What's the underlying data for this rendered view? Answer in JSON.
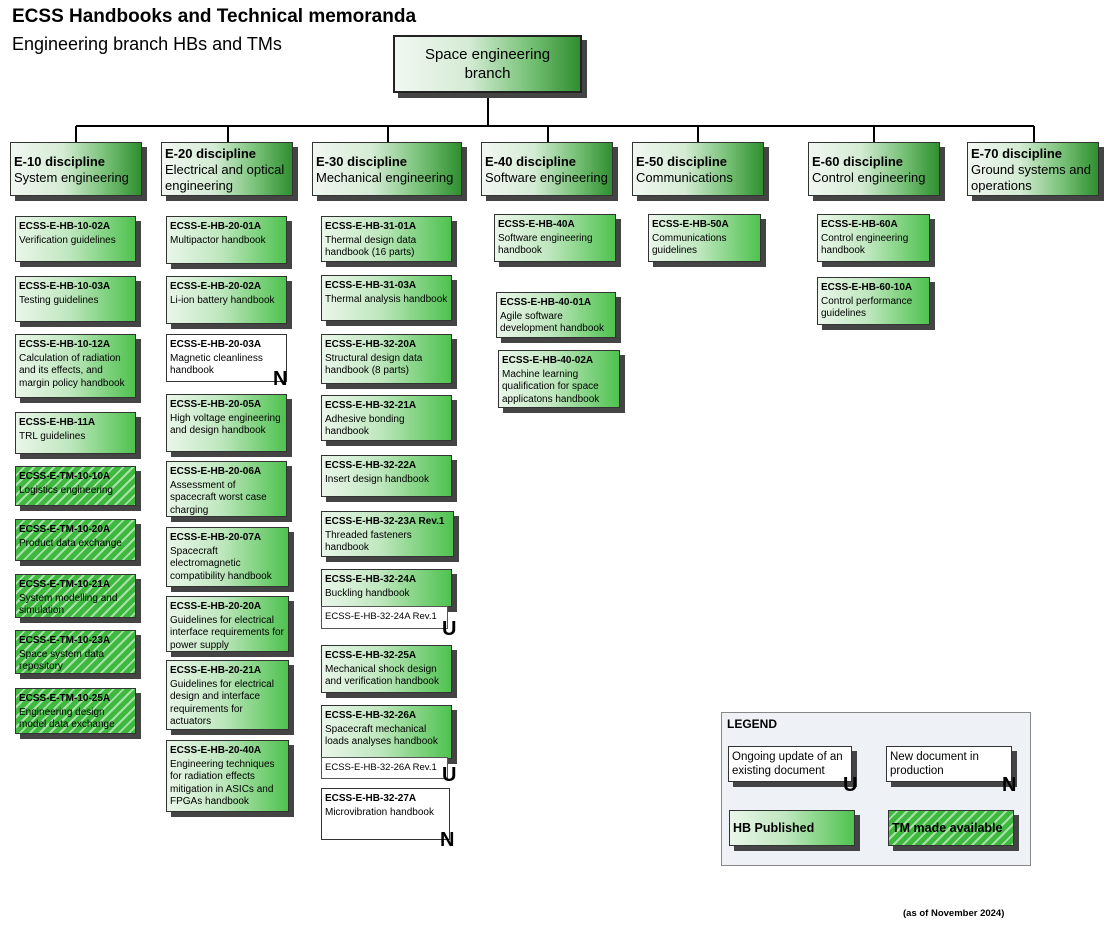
{
  "title": "ECSS Handbooks and Technical memoranda",
  "subtitle": "Engineering branch HBs and TMs",
  "root": {
    "line1": "Space engineering",
    "line2": "branch"
  },
  "disciplines": [
    {
      "code": "E-10 discipline",
      "name": "System engineering"
    },
    {
      "code": "E-20 discipline",
      "name": "Electrical and optical engineering"
    },
    {
      "code": "E-30 discipline",
      "name": "Mechanical engineering"
    },
    {
      "code": "E-40 discipline",
      "name": "Software engineering"
    },
    {
      "code": "E-50 discipline",
      "name": "Communications"
    },
    {
      "code": "E-60 discipline",
      "name": "Control engineering"
    },
    {
      "code": "E-70 discipline",
      "name": "Ground systems and operations"
    }
  ],
  "e10": [
    {
      "code": "ECSS-E-HB-10-02A",
      "title": "Verification guidelines",
      "type": "hb"
    },
    {
      "code": "ECSS-E-HB-10-03A",
      "title": "Testing guidelines",
      "type": "hb"
    },
    {
      "code": "ECSS-E-HB-10-12A",
      "title": "Calculation of radiation and its effects, and margin policy handbook",
      "type": "hb"
    },
    {
      "code": "ECSS-E-HB-11A",
      "title": "TRL guidelines",
      "type": "hb"
    },
    {
      "code": "ECSS-E-TM-10-10A",
      "title": "Logistics engineering",
      "type": "tm"
    },
    {
      "code": "ECSS-E-TM-10-20A",
      "title": "Product data exchange",
      "type": "tm"
    },
    {
      "code": "ECSS-E-TM-10-21A",
      "title": "System modelling and simulation",
      "type": "tm"
    },
    {
      "code": "ECSS-E-TM-10-23A",
      "title": "Space system data repository",
      "type": "tm"
    },
    {
      "code": "ECSS-E-TM-10-25A",
      "title": "Engineering design model data exchange",
      "type": "tm"
    }
  ],
  "e20": [
    {
      "code": "ECSS-E-HB-20-01A",
      "title": "Multipactor handbook",
      "type": "hb"
    },
    {
      "code": "ECSS-E-HB-20-02A",
      "title": "Li-ion battery handbook",
      "type": "hb"
    },
    {
      "code": "ECSS-E-HB-20-03A",
      "title": "Magnetic cleanliness handbook",
      "type": "new",
      "mark": "N"
    },
    {
      "code": "ECSS-E-HB-20-05A",
      "title": "High voltage engineering and design handbook",
      "type": "hb"
    },
    {
      "code": "ECSS-E-HB-20-06A",
      "title": "Assessment of spacecraft worst case charging",
      "type": "hb"
    },
    {
      "code": "ECSS-E-HB-20-07A",
      "title": "Spacecraft electromagnetic compatibility handbook",
      "type": "hb"
    },
    {
      "code": "ECSS-E-HB-20-20A",
      "title": "Guidelines for electrical interface requirements for power supply",
      "type": "hb"
    },
    {
      "code": "ECSS-E-HB-20-21A",
      "title": "Guidelines for electrical design and interface requirements for actuators",
      "type": "hb"
    },
    {
      "code": "ECSS-E-HB-20-40A",
      "title": "Engineering techniques for radiation effects mitigation in ASICs and FPGAs handbook",
      "type": "hb"
    }
  ],
  "e30": [
    {
      "code": "ECSS-E-HB-31-01A",
      "title": "Thermal design data handbook  (16 parts)",
      "type": "hb"
    },
    {
      "code": "ECSS-E-HB-31-03A",
      "title": "Thermal analysis handbook",
      "type": "hb"
    },
    {
      "code": "ECSS-E-HB-32-20A",
      "title": "Structural design data handbook (8 parts)",
      "type": "hb"
    },
    {
      "code": "ECSS-E-HB-32-21A",
      "title": "Adhesive bonding handbook",
      "type": "hb"
    },
    {
      "code": "ECSS-E-HB-32-22A",
      "title": "Insert design handbook",
      "type": "hb"
    },
    {
      "code": "ECSS-E-HB-32-23A Rev.1",
      "title": "Threaded fasteners handbook",
      "type": "hb"
    },
    {
      "code": "ECSS-E-HB-32-24A",
      "title": "Buckling handbook",
      "type": "hb",
      "rev": "ECSS-E-HB-32-24A Rev.1",
      "mark": "U"
    },
    {
      "code": "ECSS-E-HB-32-25A",
      "title": "Mechanical shock design and verification handbook",
      "type": "hb"
    },
    {
      "code": "ECSS-E-HB-32-26A",
      "title": "Spacecraft mechanical loads analyses handbook",
      "type": "hb",
      "rev": "ECSS-E-HB-32-26A Rev.1",
      "mark": "U"
    },
    {
      "code": "ECSS-E-HB-32-27A",
      "title": "Microvibration handbook",
      "type": "new",
      "mark": "N"
    }
  ],
  "e40": [
    {
      "code": "ECSS-E-HB-40A",
      "title": "Software engineering handbook",
      "type": "hb"
    },
    {
      "code": "ECSS-E-HB-40-01A",
      "title": "Agile software development handbook",
      "type": "hb"
    },
    {
      "code": "ECSS-E-HB-40-02A",
      "title": "Machine learning qualification for space applicatons handbook",
      "type": "hb"
    }
  ],
  "e50": [
    {
      "code": "ECSS-E-HB-50A",
      "title": "Communications guidelines",
      "type": "hb"
    }
  ],
  "e60": [
    {
      "code": "ECSS-E-HB-60A",
      "title": "Control engineering handbook",
      "type": "hb"
    },
    {
      "code": "ECSS-E-HB-60-10A",
      "title": "Control performance guidelines",
      "type": "hb"
    }
  ],
  "legend": {
    "title": "LEGEND",
    "update": "Ongoing update of an existing document",
    "update_mark": "U",
    "new": "New document in production",
    "new_mark": "N",
    "hb": "HB Published",
    "tm": "TM made available"
  },
  "as_of": "(as of November 2024)",
  "colors": {
    "hb_green": "#4fc24f",
    "tm_green": "#3fb83f",
    "dark_green": "#2f8f2f"
  }
}
